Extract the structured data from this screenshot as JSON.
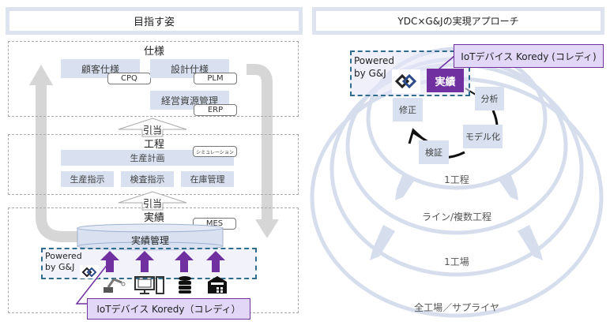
{
  "left": {
    "header": "目指す姿",
    "spec": {
      "title": "仕様",
      "customer_spec": "顧客仕様",
      "cpq": "CPQ",
      "design_spec": "設計仕様",
      "plm": "PLM",
      "erp_box": "経営資源管理",
      "erp": "ERP"
    },
    "assign_1": "引当",
    "process": {
      "title": "工程",
      "production_plan": "生産計画",
      "simulation": "シミュレーション",
      "items": [
        "生産指示",
        "検査指示",
        "在庫管理"
      ]
    },
    "assign_2": "引当",
    "results": {
      "title": "実績",
      "mes": "MES",
      "db": "実績管理"
    },
    "powered": {
      "line1": "Powered",
      "line2": "by G&J"
    },
    "device_icons": [
      "robot-arm-icon",
      "computer-icon",
      "database-icon",
      "factory-icon"
    ],
    "callout": "IoTデバイス Koredy（コレディ）"
  },
  "right": {
    "header": "YDC×G&Jの実現アプローチ",
    "powered": {
      "line1": "Powered",
      "line2": "by G&J"
    },
    "results_badge": "実績",
    "callout": "IoTデバイス Koredy (コレディ)",
    "cycle": [
      "分析",
      "モデル化",
      "検証",
      "修正"
    ],
    "rings": [
      "1工程",
      "ライン/複数工程",
      "1工場",
      "全工場／サプライヤ"
    ]
  },
  "colors": {
    "purple": "#7030a0",
    "light_blue": "#d9e1f0",
    "dash_blue": "#2f6d8f",
    "callout_bg": "#e2d7f7"
  }
}
